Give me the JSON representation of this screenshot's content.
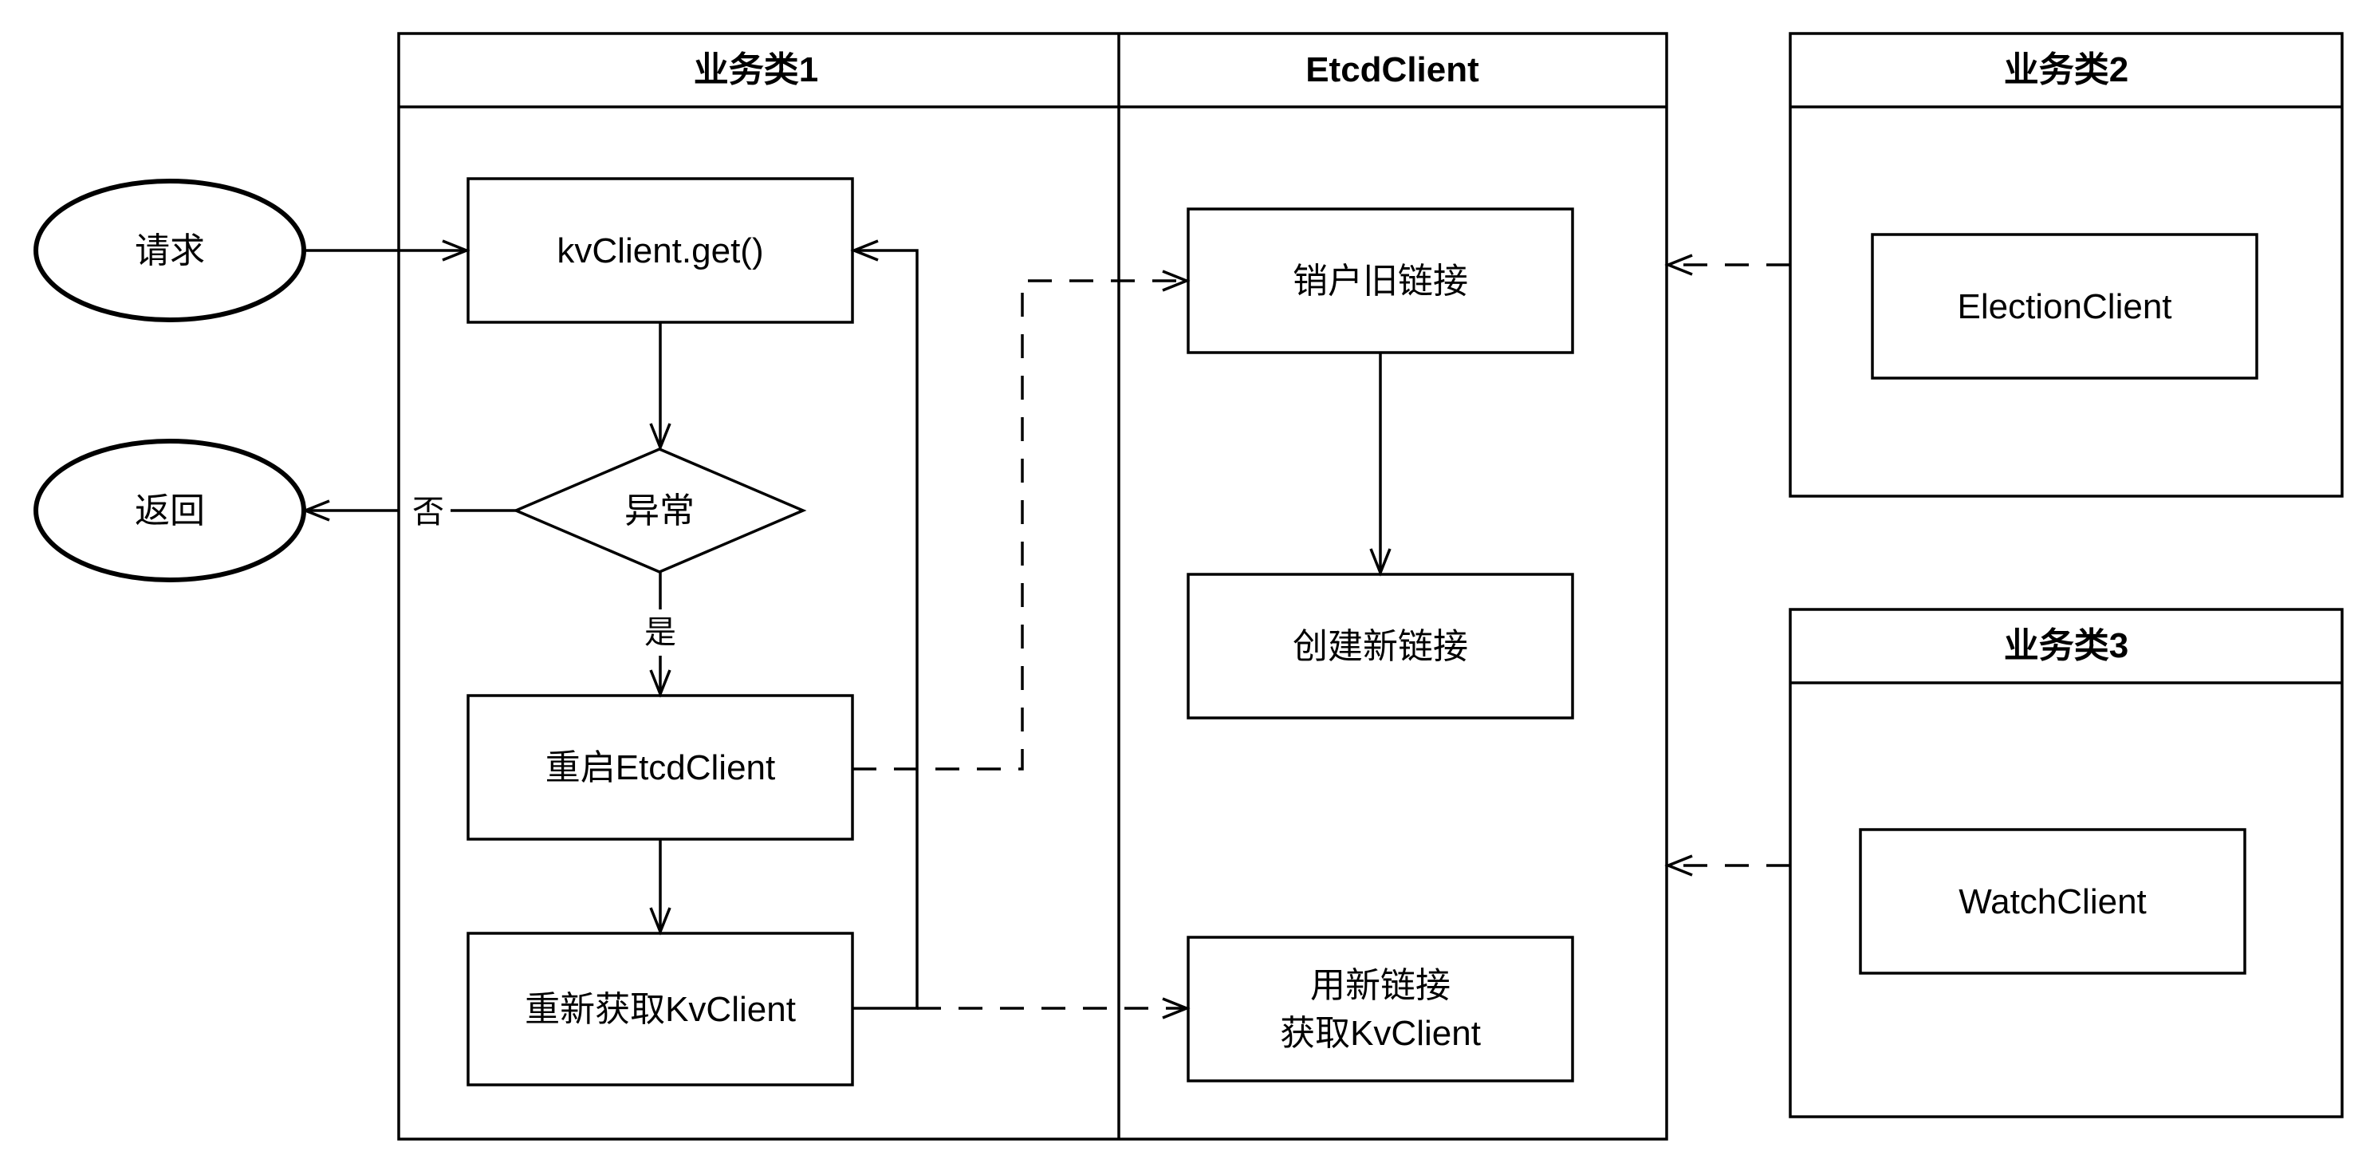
{
  "lanes": {
    "biz1": "业务类1",
    "etcd": "EtcdClient",
    "biz2": "业务类2",
    "biz3": "业务类3"
  },
  "nodes": {
    "request": "请求",
    "return": "返回",
    "kv_get": "kvClient.get()",
    "exception": "异常",
    "restart": "重启EtcdClient",
    "refetch": "重新获取KvClient",
    "destroy_old": "销户旧链接",
    "create_new": "创建新链接",
    "use_new_line1": "用新链接",
    "use_new_line2": "获取KvClient",
    "election_client": "ElectionClient",
    "watch_client": "WatchClient"
  },
  "edge_labels": {
    "no": "否",
    "yes": "是"
  }
}
